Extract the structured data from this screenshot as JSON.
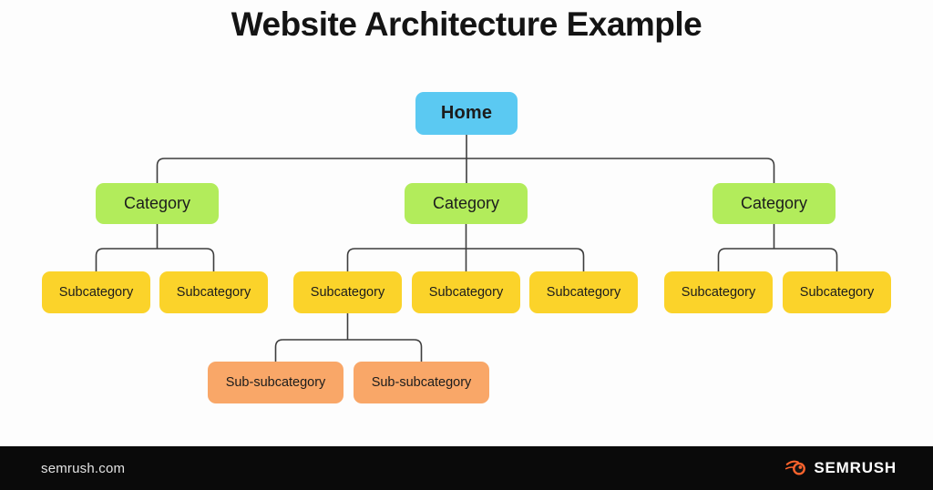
{
  "title": "Website Architecture Example",
  "colors": {
    "home_bg": "#5bc9f2",
    "category_bg": "#b2ec5b",
    "subcategory_bg": "#fbd32a",
    "subsubcategory_bg": "#f9a768",
    "line": "#3d3d3d",
    "footer_bg": "#0a0a0a",
    "brand_orange": "#ff642d"
  },
  "tree": {
    "home": {
      "label": "Home"
    },
    "categories": [
      {
        "label": "Category",
        "subcategories": [
          {
            "label": "Subcategory"
          },
          {
            "label": "Subcategory"
          }
        ]
      },
      {
        "label": "Category",
        "subcategories": [
          {
            "label": "Subcategory",
            "children": [
              {
                "label": "Sub-subcategory"
              },
              {
                "label": "Sub-subcategory"
              }
            ]
          },
          {
            "label": "Subcategory"
          },
          {
            "label": "Subcategory"
          }
        ]
      },
      {
        "label": "Category",
        "subcategories": [
          {
            "label": "Subcategory"
          },
          {
            "label": "Subcategory"
          }
        ]
      }
    ]
  },
  "footer": {
    "website": "semrush.com",
    "brand": "SEMRUSH",
    "logo_icon": "semrush-flame-icon"
  }
}
